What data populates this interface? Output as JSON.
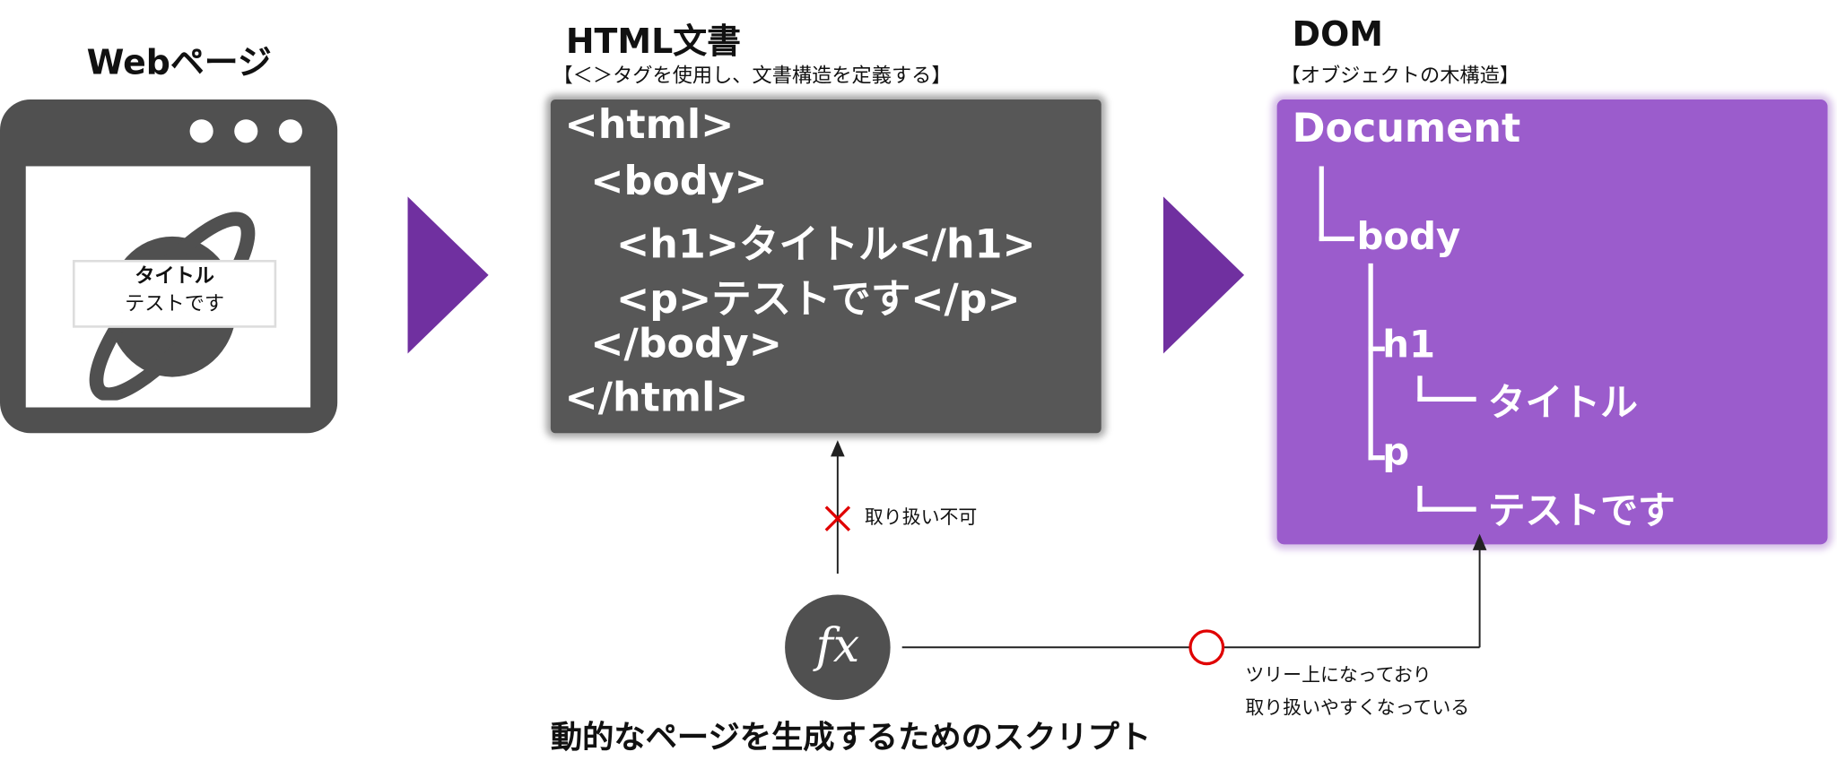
{
  "webpage": {
    "title": "Webページ",
    "heading": "タイトル",
    "text": "テストです"
  },
  "html_doc": {
    "title": "HTML文書",
    "subtitle": "【＜＞タグを使用し、文書構造を定義する】",
    "lines": [
      "<html>",
      "<body>",
      "<h1>タイトル</h1>",
      "<p>テストです</p>",
      "</body>",
      "</html>"
    ]
  },
  "dom": {
    "title": "DOM",
    "subtitle": "【オブジェクトの木構造】",
    "nodes": {
      "document": "Document",
      "body": "body",
      "h1": "h1",
      "h1_text": "タイトル",
      "p": "p",
      "p_text": "テストです"
    }
  },
  "script": {
    "icon_label": "fx",
    "caption": "動的なページを生成するためのスクリプト"
  },
  "notes": {
    "html_access": "取り扱い不可",
    "dom_access_1": "ツリー上になっており",
    "dom_access_2": "取り扱いやすくなっている"
  },
  "colors": {
    "arrow": "#7030a0",
    "dom_bg": "#9b5ccc",
    "code_bg": "#575757",
    "mark": "#e00000"
  }
}
